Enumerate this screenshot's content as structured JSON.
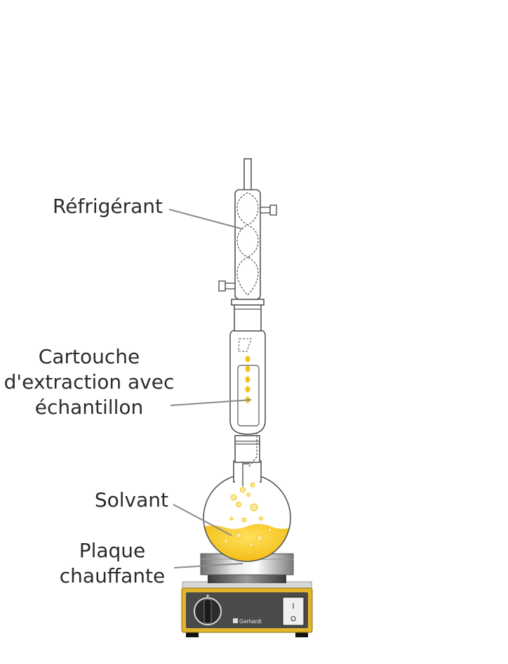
{
  "labels": {
    "condenser": "Réfrigérant",
    "thimble": [
      "Cartouche",
      "d'extraction avec",
      "échantillon"
    ],
    "solvent": "Solvant",
    "hotplate": [
      "Plaque",
      "chauffante"
    ]
  },
  "brand": "Gerhardt",
  "switch_marks": {
    "on": "I",
    "off": "O"
  },
  "colors": {
    "solvent": "#f3bb0e",
    "droplet": "#f3c317",
    "glass_outline": "#555555",
    "housing": "#e3b52c",
    "panel": "#4a4a4a",
    "leader": "#8a8a8a"
  }
}
